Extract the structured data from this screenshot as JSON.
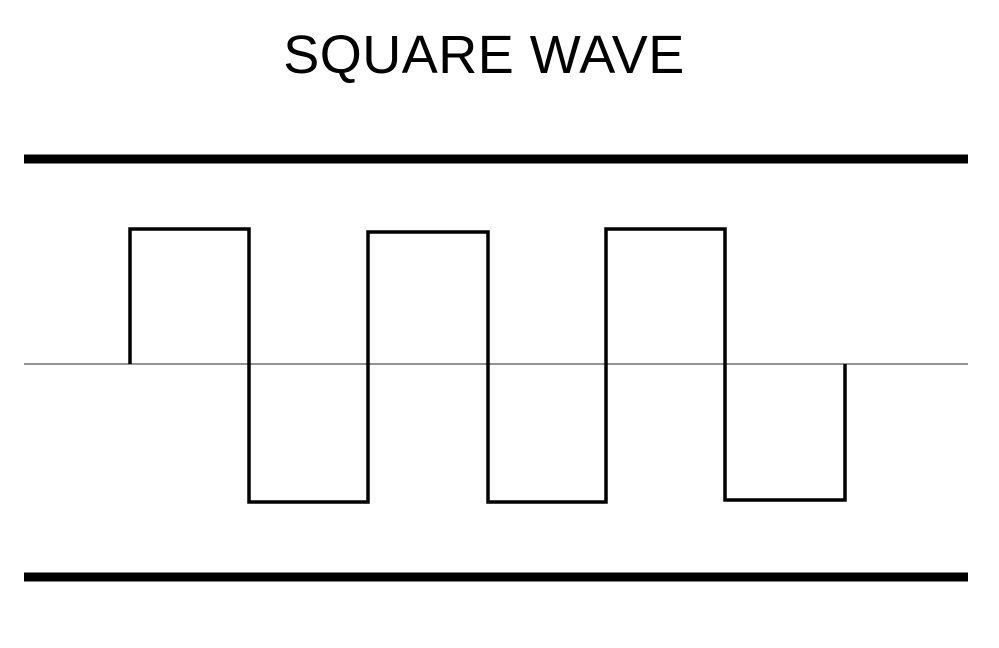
{
  "title": "SQUARE WAVE",
  "colors": {
    "background": "#ffffff",
    "wave": "#000000",
    "rails": "#000000",
    "axis": "#555555"
  },
  "wave": {
    "cycles": 3,
    "amplitude_levels": [
      1,
      -1
    ],
    "start_level": 0,
    "end_level": 0
  }
}
